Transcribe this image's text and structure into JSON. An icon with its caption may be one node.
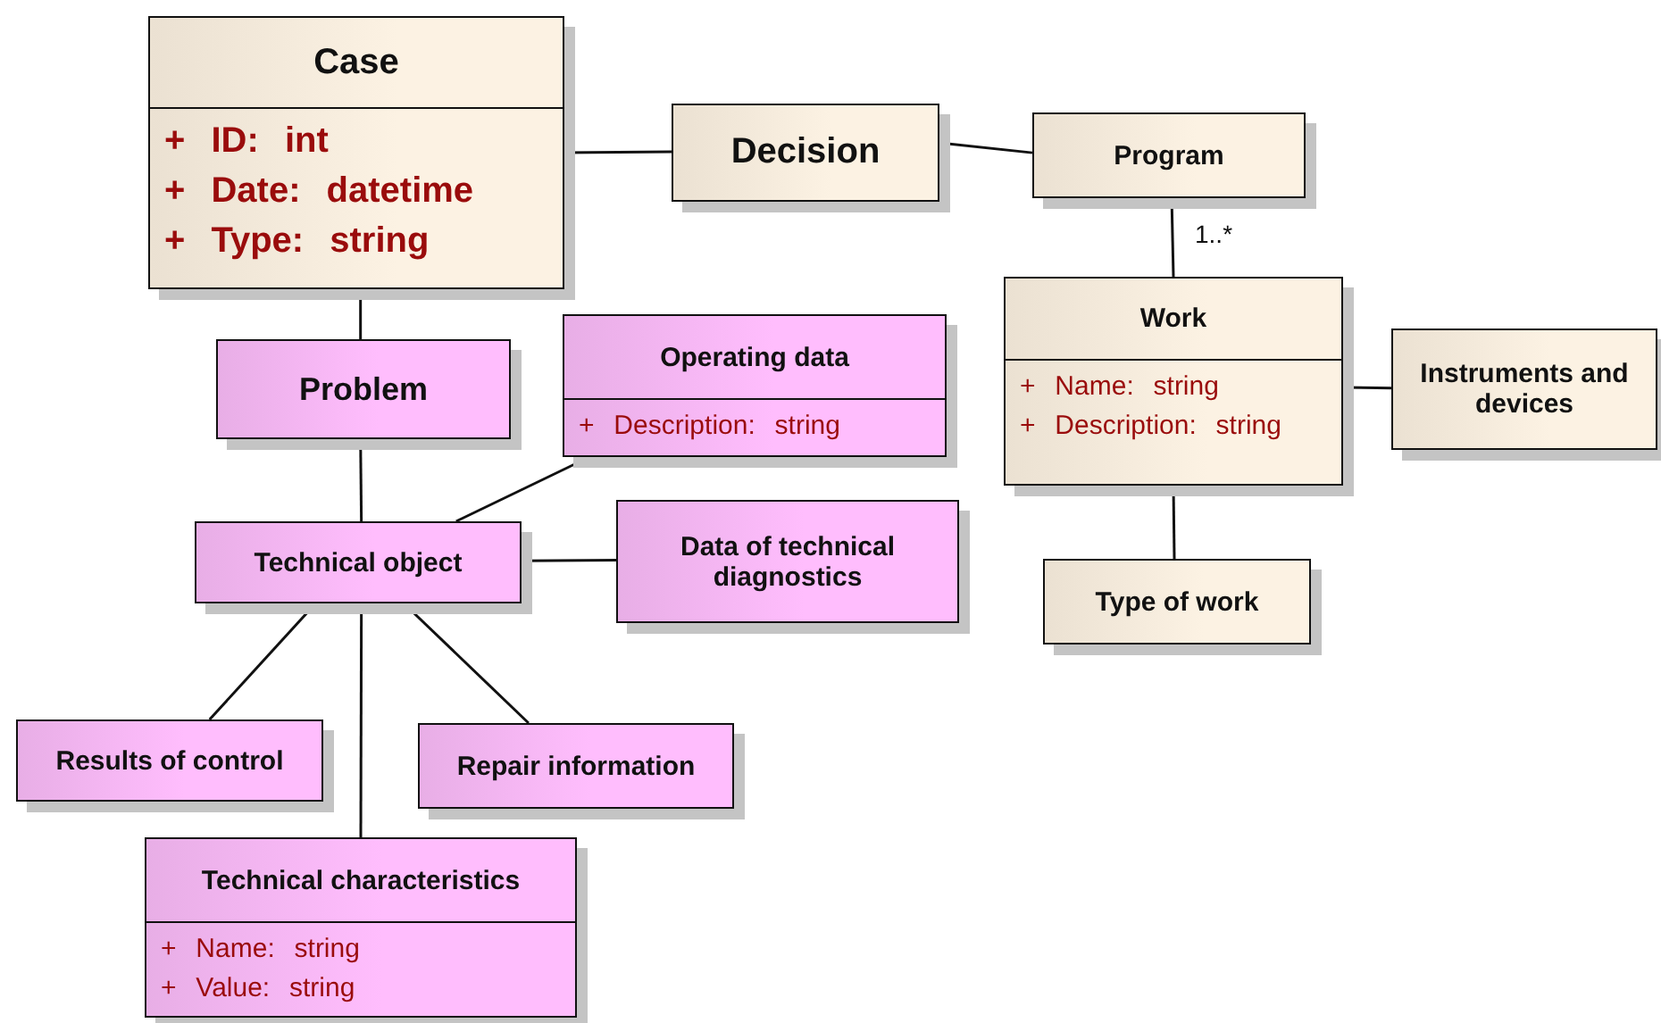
{
  "diagram": {
    "nodes": [
      {
        "text": [
          "Case",
          "+ ID: int",
          "+ Date: datetime",
          "+ Type: string"
        ]
      },
      {
        "text": [
          "Decision"
        ]
      },
      {
        "text": [
          "Program"
        ]
      },
      {
        "text": [
          "Work",
          "+ Name: string",
          "+ Description: string"
        ]
      },
      {
        "text": [
          "Instruments and devices"
        ]
      },
      {
        "text": [
          "Type of work"
        ]
      },
      {
        "text": [
          "Problem"
        ]
      },
      {
        "text": [
          "Operating data",
          "+ Description: string"
        ]
      },
      {
        "text": [
          "Technical object"
        ]
      },
      {
        "text": [
          "Data of technical diagnostics"
        ]
      },
      {
        "text": [
          "Results of control"
        ]
      },
      {
        "text": [
          "Repair information"
        ]
      },
      {
        "text": [
          "Technical characteristics",
          "+ Name: string",
          "+ Value: string"
        ]
      }
    ],
    "edges": [
      {
        "from": 0,
        "to": 1,
        "arrow": "none"
      },
      {
        "from": 1,
        "to": 2,
        "arrow": "none"
      },
      {
        "from": 2,
        "to": 3,
        "arrow": "none",
        "label": "1..*"
      },
      {
        "from": 3,
        "to": 4,
        "arrow": "none"
      },
      {
        "from": 3,
        "to": 5,
        "arrow": "none"
      },
      {
        "from": 0,
        "to": 6,
        "arrow": "none"
      },
      {
        "from": 6,
        "to": 8,
        "arrow": "none"
      },
      {
        "from": 7,
        "to": 8,
        "arrow": "none"
      },
      {
        "from": 8,
        "to": 9,
        "arrow": "none"
      },
      {
        "from": 8,
        "to": 10,
        "arrow": "none"
      },
      {
        "from": 8,
        "to": 11,
        "arrow": "none"
      },
      {
        "from": 8,
        "to": 12,
        "arrow": "none"
      }
    ]
  }
}
